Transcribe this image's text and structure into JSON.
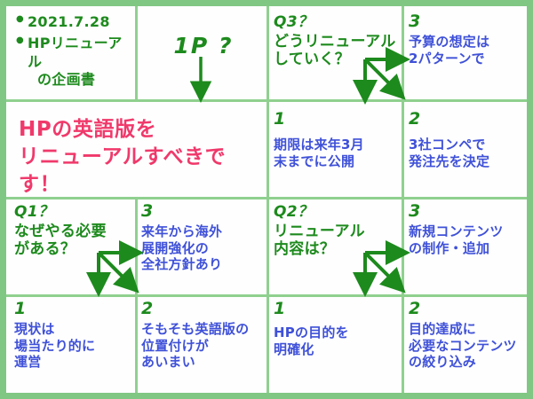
{
  "meta": {
    "title": "HPリニューアル企画書 ロジックツリー",
    "colors": {
      "grid": "#8fd08f",
      "border": "#81c784",
      "heading_green": "#1d8a1d",
      "body_blue": "#3f51d8",
      "conclusion_pink": "#f0396b"
    }
  },
  "cells": {
    "header_notes": {
      "bullet1": "2021.7.28",
      "bullet2": "HPリニューアル",
      "bullet2_cont": "の企画書"
    },
    "slide_label": {
      "text": "1P ?"
    },
    "conclusion": {
      "line1": "HPの英語版を",
      "line2": "リニューアルすべきです！"
    },
    "q3": {
      "head": "Q3？",
      "line1": "どうリニューアル",
      "line2": "していく？"
    },
    "q3_3": {
      "num": "3",
      "line1": "予算の想定は",
      "line2": "2パターンで"
    },
    "q3_1": {
      "num": "1",
      "line1": "期限は来年3月",
      "line2": "末までに公開"
    },
    "q3_2": {
      "num": "2",
      "line1": "3社コンペで",
      "line2": "発注先を決定"
    },
    "q1": {
      "head": "Q1？",
      "line1": "なぜやる必要",
      "line2": "がある？"
    },
    "q1_3": {
      "num": "3",
      "line1": "来年から海外",
      "line2": "展開強化の",
      "line3": "全社方針あり"
    },
    "q1_1": {
      "num": "1",
      "line1": "現状は",
      "line2": "場当たり的に",
      "line3": "運営"
    },
    "q1_2": {
      "num": "2",
      "line1": "そもそも英語版の",
      "line2": "位置付けが",
      "line3": "あいまい"
    },
    "q2": {
      "head": "Q2？",
      "line1": "リニューアル",
      "line2": "内容は？"
    },
    "q2_3": {
      "num": "3",
      "line1": "新規コンテンツ",
      "line2": "の制作・追加"
    },
    "q2_1": {
      "num": "1",
      "line1": "HPの目的を",
      "line2": "明確化"
    },
    "q2_2": {
      "num": "2",
      "line1": "目的達成に",
      "line2": "必要なコンテンツ",
      "line3": "の絞り込み"
    }
  }
}
